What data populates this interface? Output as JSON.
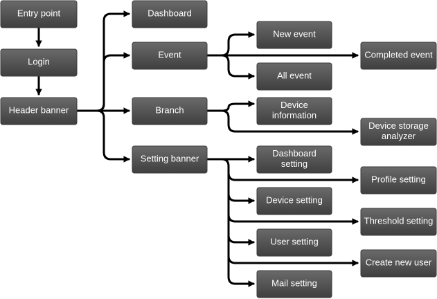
{
  "nodes": {
    "entry_point": [
      "Entry point"
    ],
    "login": [
      "Login"
    ],
    "header_banner": [
      "Header banner"
    ],
    "dashboard": [
      "Dashboard"
    ],
    "event": [
      "Event"
    ],
    "branch": [
      "Branch"
    ],
    "setting_banner": [
      "Setting banner"
    ],
    "new_event": [
      "New event"
    ],
    "all_event": [
      "All event"
    ],
    "completed_event": [
      "Completed event"
    ],
    "device_information": [
      "Device",
      "information"
    ],
    "device_storage_analyzer": [
      "Device storage",
      "analyzer"
    ],
    "dashboard_setting": [
      "Dashboard",
      "setting"
    ],
    "profile_setting": [
      "Profile setting"
    ],
    "device_setting": [
      "Device setting"
    ],
    "threshold_setting": [
      "Threshold setting"
    ],
    "user_setting": [
      "User setting"
    ],
    "create_new_user": [
      "Create new user"
    ],
    "mail_setting": [
      "Mail setting"
    ]
  },
  "colors": {
    "node_top": "#6a6a6a",
    "node_bottom": "#3f3f3f",
    "node_text": "#ffffff",
    "edge": "#000000"
  }
}
